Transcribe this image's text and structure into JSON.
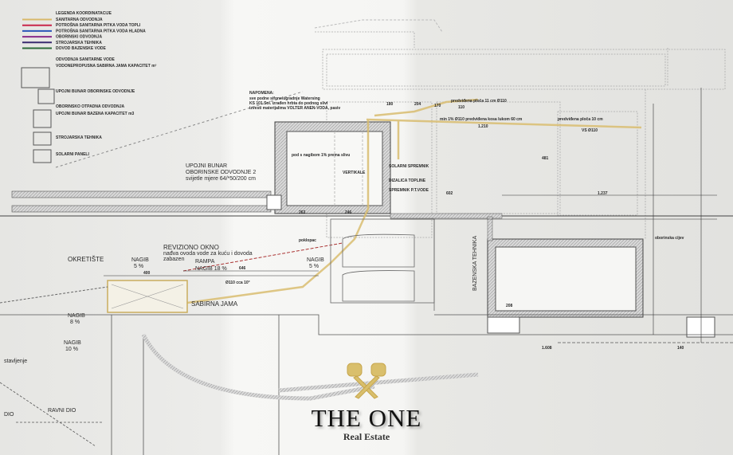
{
  "legend": {
    "title": "LEGENDA KOORDINATACIJE",
    "lines": [
      {
        "label": "SANITARNA ODVODNJA",
        "color": "#d8b86a"
      },
      {
        "label": "POTROŠNA SANITARNA PITKA VODA TOPLI",
        "color": "#c8264a"
      },
      {
        "label": "POTROŠNA SANITARNA PITKA VODA HLADNA",
        "color": "#2a55b8"
      },
      {
        "label": "OBORINSKI ODVODNJA",
        "color": "#8a2a8a"
      },
      {
        "label": "STROJARSKA TEHNIKA",
        "color": "#3a2a70"
      },
      {
        "label": "DOVOD BAZENSKE VODE",
        "color": "#2e6a3a"
      }
    ],
    "symbols": [
      "ODVODNJA SANITARNE VODE",
      "VODONEPROPUSNA SABIRNA JAMA KAPACITET m³",
      "UPOJNI BUNAR OBORINSKE ODVODNJE",
      "OBORINSKO OTPADNA ODVODNJA",
      "UPOJNI BUNAR BAZENA KAPACITET m3",
      "STROJARSKA TEHNIKA",
      "SOLARNI PANELI"
    ]
  },
  "notes": {
    "napomena_title": "NAPOMENA:",
    "napomena_lines": [
      "sve podne sifone/ugradnje Watersing",
      "KS 101 Sol. izrađen hrbta do podnog slivi",
      "izvesti materijalima VOLTER ANEN-VODA, pasiv"
    ],
    "upojni_bunar": [
      "UPOJNI BUNAR",
      "OBORINSKE ODVODNJE 2",
      "svijetle mjere 64/*50/200 cm"
    ],
    "revizijono_okno": [
      "REVIZIONO OKNO",
      "nađva ovoda vode za kuću i dovoda",
      "zabazen"
    ]
  },
  "labels": {
    "okretiste": "OKRETIŠTE",
    "nagib_left": "NAGIB",
    "nagib_left_val": "5 %",
    "rampa": "RAMPA",
    "rampa_nagib": "NAGIB 18 %",
    "nagib_mid": "NAGIB",
    "nagib_mid_val": "5 %",
    "sabirna_jama": "SABIRNA JAMA",
    "bazenska_tehnika": "BAZENSKA TEHNIKA",
    "solarni_spremnik": "SOLARNI SPREMNIK",
    "toplinska_pumpa": "DIZALICA TOPLINE",
    "spremnik_ptv": "SPREMNIK P.T.VODE",
    "nagib_low": "NAGIB",
    "nagib_low_val": "8 %",
    "nagib_low2": "NAGIB",
    "nagib_low2_val": "10 %",
    "ravni_dio": "RAVNI DIO",
    "dio": "DIO",
    "stavljenje": "stavljenje",
    "pod_nagib": "pod s nagibom 1% prema slivu",
    "vertikala": "VERTIKALE",
    "pipe_label_1": "Ø110 cca 10°",
    "pipe_label_2": "min 1% Ø110 predviđena kosa lukom 60 cm",
    "pipe_label_3": "predviđena ploča 10 cm",
    "pipe_label_4": "VS Ø110",
    "pipe_label_5": "predviđena ploča 11 cm Ø110",
    "oborinska_cijev": "oborinska cijev",
    "poklopac": "poklopac"
  },
  "dimensions": [
    "400",
    "646",
    "263",
    "246",
    "602",
    "1.237",
    "1.210",
    "481",
    "208",
    "1.608",
    "140",
    "180",
    "204",
    "170",
    "110"
  ],
  "brand": {
    "name": "THE ONE",
    "tagline": "Real Estate",
    "logo_color": "#d9bf6c"
  }
}
